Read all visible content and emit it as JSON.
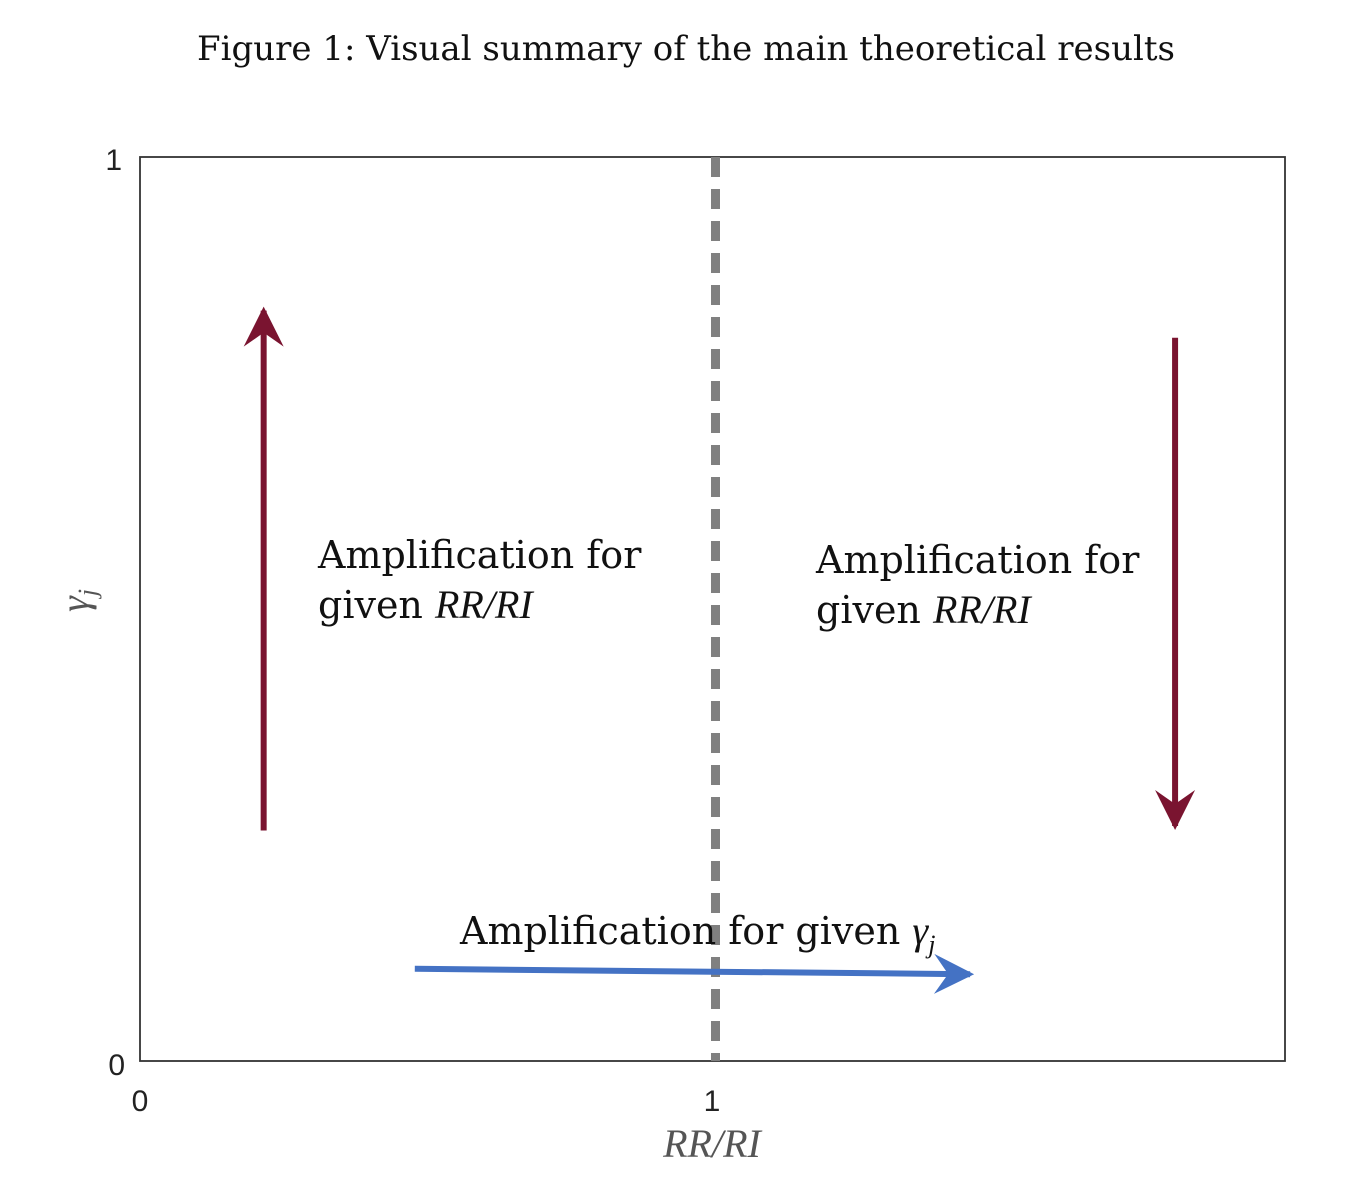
{
  "figure": {
    "caption": "Figure 1: Visual summary of the main theoretical results"
  },
  "axes": {
    "x_label": "RR/RI",
    "y_label": "γ",
    "y_label_sub": "j",
    "x_ticks": [
      "0",
      "1"
    ],
    "y_ticks": [
      "0",
      "1"
    ],
    "x_range": [
      0,
      2
    ],
    "y_range": [
      0,
      1
    ]
  },
  "annotations": {
    "left_line1": "Amplification for",
    "left_line2_prefix": "given ",
    "left_line2_math": "RR/RI",
    "right_line1": "Amplification for",
    "right_line2_prefix": "given ",
    "right_line2_math": "RR/RI",
    "bottom_prefix": "Amplification for given ",
    "bottom_math": "γ",
    "bottom_math_sub": "j"
  },
  "arrows": [
    {
      "name": "left-up",
      "from": [
        0.216,
        0.255
      ],
      "to": [
        0.216,
        0.83
      ],
      "color": "#7a1430"
    },
    {
      "name": "right-down",
      "from": [
        1.808,
        0.8
      ],
      "to": [
        1.808,
        0.26
      ],
      "color": "#7a1430"
    },
    {
      "name": "bottom-right",
      "from": [
        0.48,
        0.102
      ],
      "to": [
        1.45,
        0.096
      ],
      "color": "#4472c4"
    }
  ],
  "reference_line": {
    "x": 1,
    "color": "#808080",
    "style": "dashed"
  },
  "colors": {
    "frame": "#333333",
    "text": "#111111",
    "axis_label": "#555555"
  }
}
